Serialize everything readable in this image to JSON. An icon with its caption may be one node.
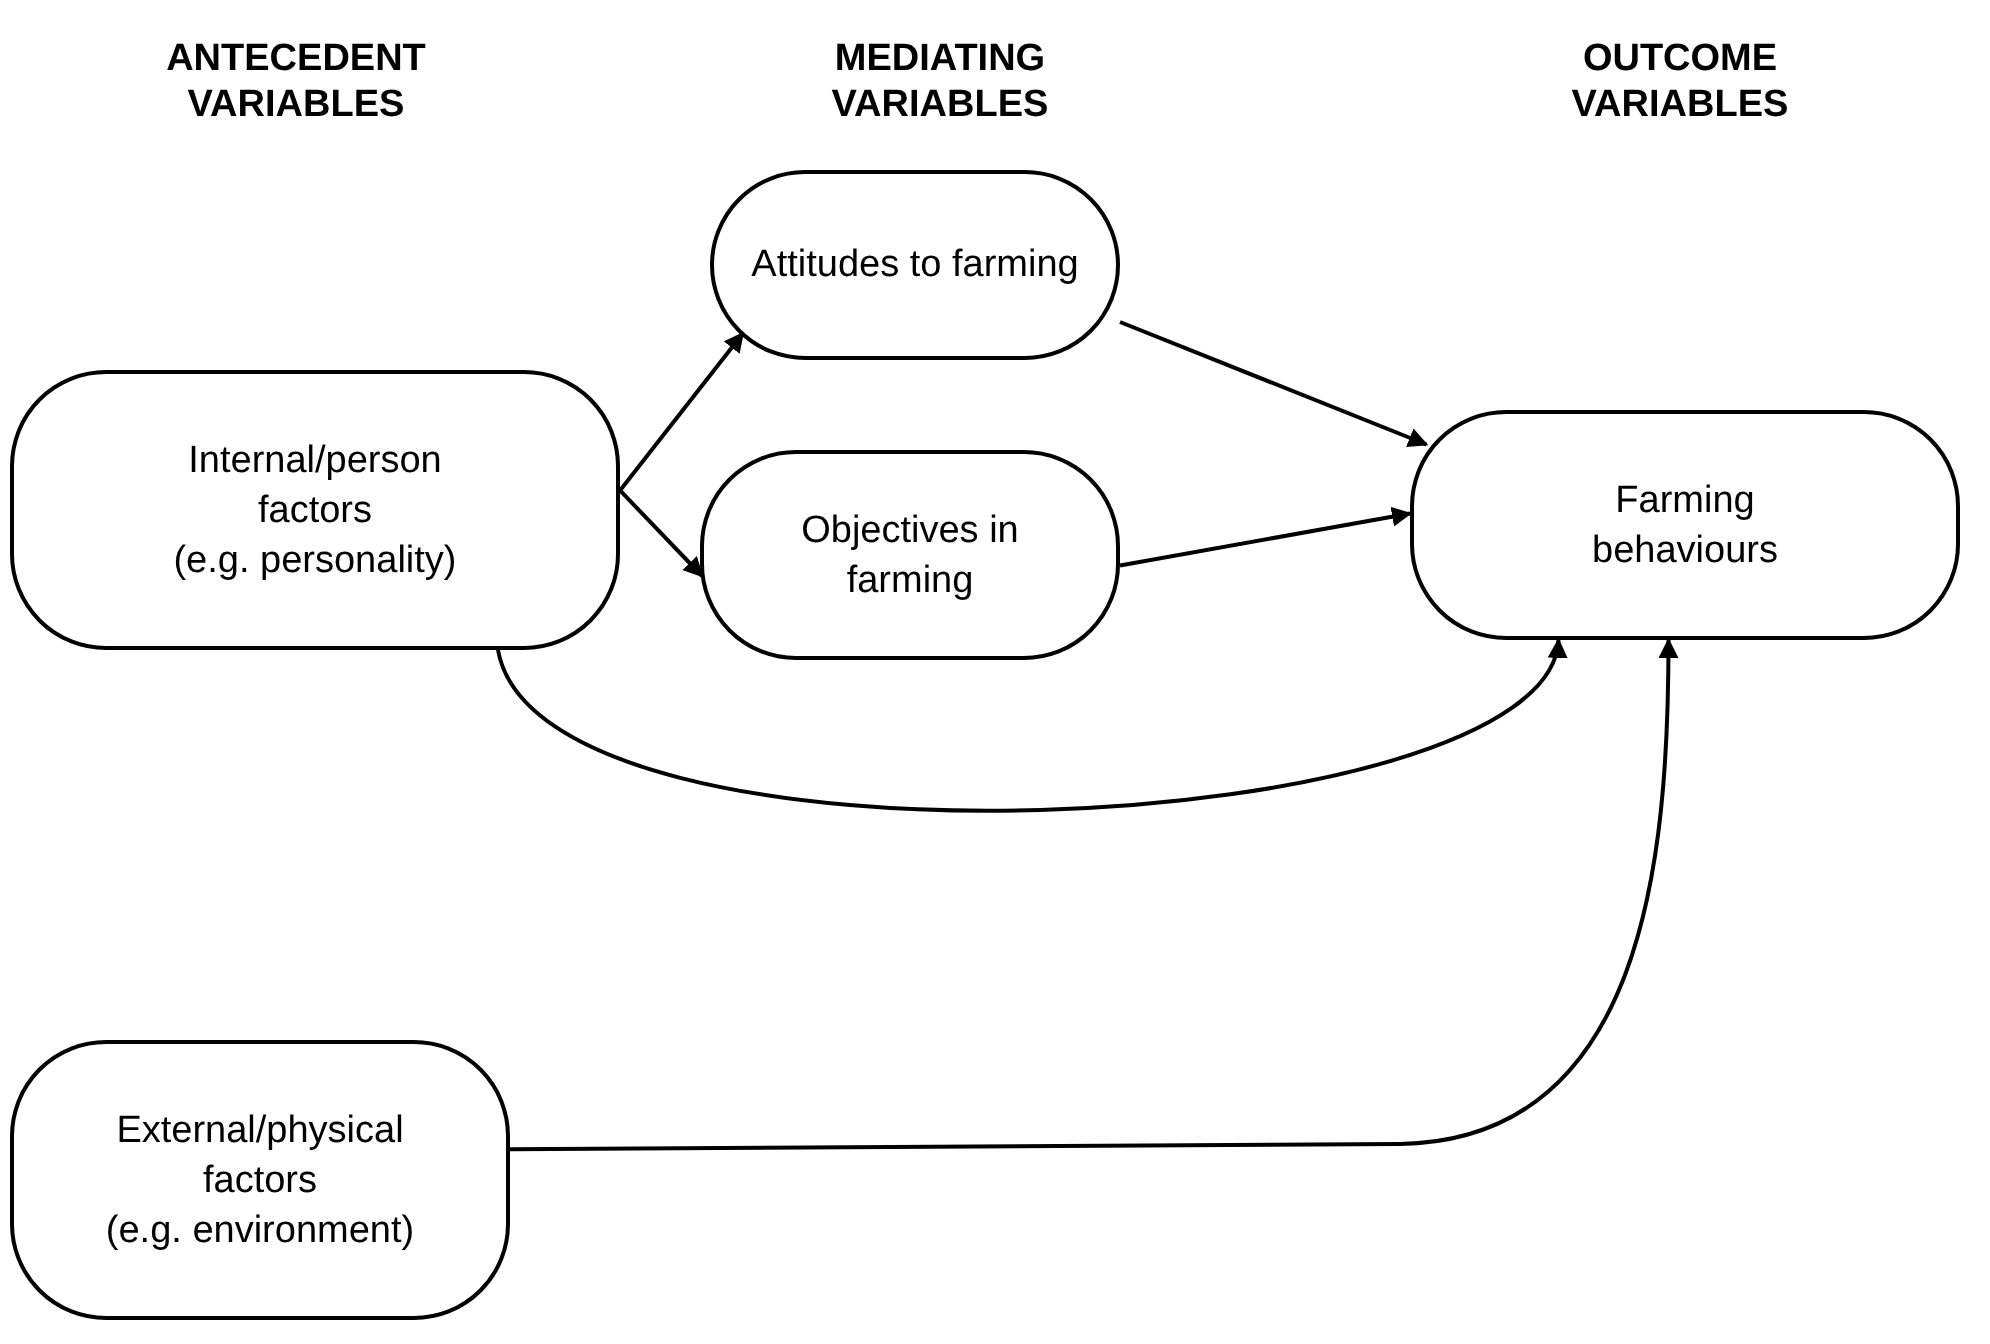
{
  "diagram": {
    "nodes": [
      {
        "text": [
          "Attitudes to farming"
        ]
      },
      {
        "text": [
          "Internal/person factors",
          "(e.g. personality)"
        ]
      },
      {
        "text": [
          "Objectives in farming"
        ]
      },
      {
        "text": [
          "Farming behaviours"
        ]
      },
      {
        "text": [
          "External/physical factors",
          "(e.g. environment)"
        ]
      }
    ],
    "edges": [
      {
        "from": 1,
        "to": 0,
        "arrow": "to"
      },
      {
        "from": 1,
        "to": 2,
        "arrow": "to"
      },
      {
        "from": 0,
        "to": 3,
        "arrow": "to"
      },
      {
        "from": 2,
        "to": 3,
        "arrow": "to"
      },
      {
        "from": 1,
        "to": 3,
        "arrow": "to"
      },
      {
        "from": 4,
        "to": 3,
        "arrow": "to"
      }
    ],
    "labels": [
      "ANTECEDENT VARIABLES",
      "MEDIATING VARIABLES",
      "OUTCOME VARIABLES"
    ]
  }
}
